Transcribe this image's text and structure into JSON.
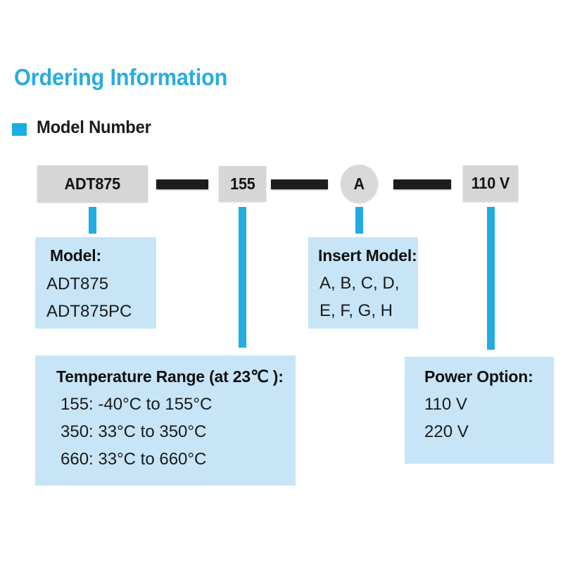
{
  "page": {
    "title": "Ordering Information",
    "section_title": "Model Number",
    "accent_color": "#2aace0",
    "bullet_color": "#1aaee5",
    "connector_color": "#21ace2",
    "callout_bg": "#c7e5f7",
    "chip_bg": "#d6d6d6",
    "dash_color": "#1d1d1d"
  },
  "part_number": {
    "segments": [
      {
        "id": "model",
        "label": "ADT875",
        "shape": "rect"
      },
      {
        "id": "temperature",
        "label": "155",
        "shape": "rect"
      },
      {
        "id": "insert",
        "label": "A",
        "shape": "circle"
      },
      {
        "id": "power",
        "label": "110 V",
        "shape": "rect"
      }
    ],
    "separators": [
      "dash",
      "dash",
      "dash"
    ]
  },
  "callouts": {
    "model": {
      "heading": "Model:",
      "lines": [
        "ADT875",
        "ADT875PC"
      ]
    },
    "insert": {
      "heading": "Insert Model:",
      "lines": [
        "A, B, C, D,",
        "E, F, G, H"
      ]
    },
    "temperature": {
      "heading": "Temperature Range (at 23℃ ):",
      "lines": [
        "155: -40°C to 155°C",
        "350: 33°C to 350°C",
        "660: 33°C to 660°C"
      ]
    },
    "power": {
      "heading": "Power Option:",
      "lines": [
        "110 V",
        "220 V"
      ]
    }
  }
}
